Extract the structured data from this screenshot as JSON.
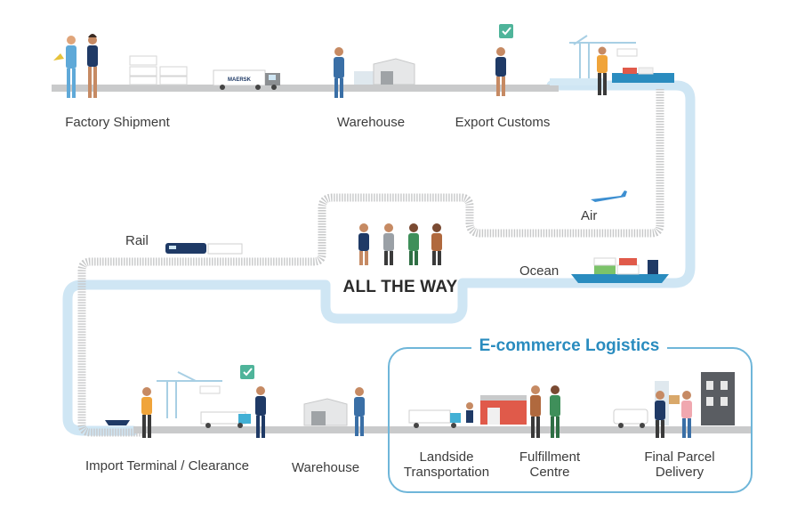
{
  "stages": {
    "factory_shipment": "Factory Shipment",
    "warehouse_1": "Warehouse",
    "export_customs": "Export Customs",
    "air": "Air",
    "ocean": "Ocean",
    "rail": "Rail",
    "import_terminal": "Import Terminal / Clearance",
    "warehouse_2": "Warehouse",
    "landside_1": "Landside",
    "landside_2": "Transportation",
    "fulfillment_1": "Fulfillment",
    "fulfillment_2": "Centre",
    "final_1": "Final Parcel",
    "final_2": "Delivery"
  },
  "center_title": "ALL THE WAY",
  "ecommerce_title": "E-commerce Logistics",
  "brand_text": "MAERSK",
  "colors": {
    "road": "#c9cacb",
    "road_edge": "#b6b7b8",
    "water": "#cfe6f4",
    "accent": "#2a8cbf",
    "maersk_blue": "#42b0d5",
    "dark_blue": "#1f3a66",
    "check_green": "#4fb49a"
  }
}
